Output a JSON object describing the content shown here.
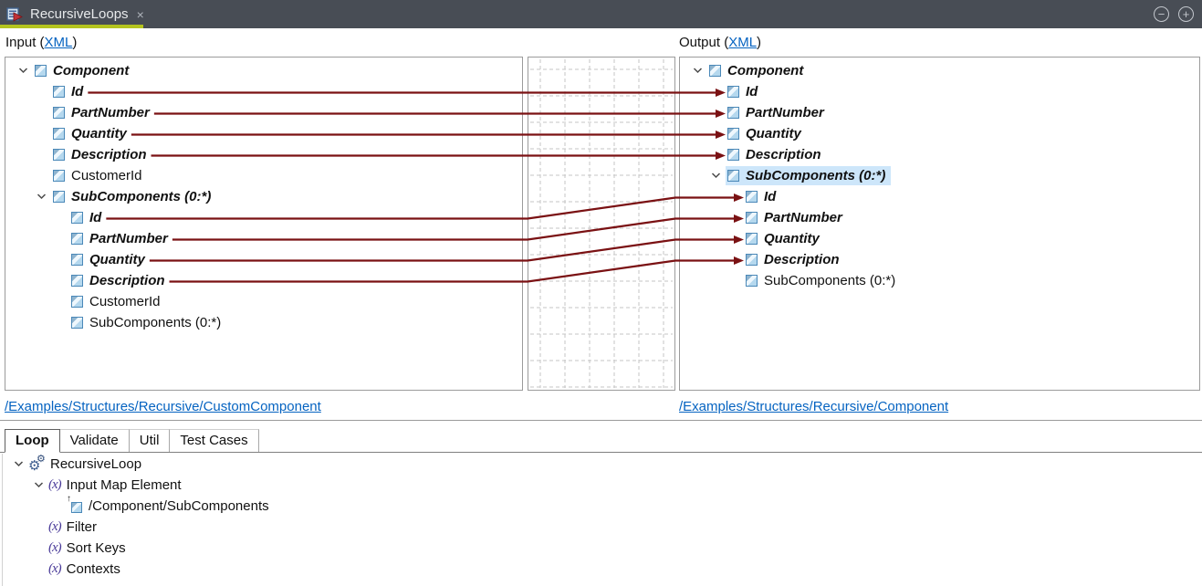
{
  "window": {
    "tab_title": "RecursiveLoops",
    "close_glyph": "×",
    "minimize_glyph": "−",
    "maximize_glyph": "+"
  },
  "mapper": {
    "input_header": {
      "prefix": "Input (",
      "link": "XML",
      "suffix": ")"
    },
    "output_header": {
      "prefix": "Output (",
      "link": "XML",
      "suffix": ")"
    },
    "left_tree": {
      "path_link": "/Examples/Structures/Recursive/CustomComponent",
      "rows": [
        {
          "label": "Component",
          "level": 1,
          "expanded": true,
          "mapped": true
        },
        {
          "label": "Id",
          "level": 2,
          "mapped": true
        },
        {
          "label": "PartNumber",
          "level": 2,
          "mapped": true
        },
        {
          "label": "Quantity",
          "level": 2,
          "mapped": true
        },
        {
          "label": "Description",
          "level": 2,
          "mapped": true
        },
        {
          "label": "CustomerId",
          "level": 2,
          "mapped": false
        },
        {
          "label": "SubComponents (0:*)",
          "level": 2,
          "expanded": true,
          "mapped": true
        },
        {
          "label": "Id",
          "level": 3,
          "mapped": true
        },
        {
          "label": "PartNumber",
          "level": 3,
          "mapped": true
        },
        {
          "label": "Quantity",
          "level": 3,
          "mapped": true
        },
        {
          "label": "Description",
          "level": 3,
          "mapped": true
        },
        {
          "label": "CustomerId",
          "level": 3,
          "mapped": false
        },
        {
          "label": "SubComponents (0:*)",
          "level": 3,
          "mapped": false
        }
      ]
    },
    "right_tree": {
      "path_link": "/Examples/Structures/Recursive/Component",
      "rows": [
        {
          "label": "Component",
          "level": 1,
          "expanded": true,
          "mapped": true
        },
        {
          "label": "Id",
          "level": 2,
          "mapped": true
        },
        {
          "label": "PartNumber",
          "level": 2,
          "mapped": true
        },
        {
          "label": "Quantity",
          "level": 2,
          "mapped": true
        },
        {
          "label": "Description",
          "level": 2,
          "mapped": true
        },
        {
          "label": "SubComponents (0:*)",
          "level": 2,
          "expanded": true,
          "mapped": true,
          "selected": true
        },
        {
          "label": "Id",
          "level": 3,
          "mapped": true
        },
        {
          "label": "PartNumber",
          "level": 3,
          "mapped": true
        },
        {
          "label": "Quantity",
          "level": 3,
          "mapped": true
        },
        {
          "label": "Description",
          "level": 3,
          "mapped": true
        },
        {
          "label": "SubComponents (0:*)",
          "level": 3,
          "mapped": false
        }
      ]
    },
    "mappings": [
      {
        "from": 1,
        "to": 1
      },
      {
        "from": 2,
        "to": 2
      },
      {
        "from": 3,
        "to": 3
      },
      {
        "from": 4,
        "to": 4
      },
      {
        "from": 7,
        "to": 6
      },
      {
        "from": 8,
        "to": 7
      },
      {
        "from": 9,
        "to": 8
      },
      {
        "from": 10,
        "to": 9
      }
    ]
  },
  "bottom": {
    "tabs": [
      {
        "label": "Loop",
        "active": true
      },
      {
        "label": "Validate",
        "active": false
      },
      {
        "label": "Util",
        "active": false
      },
      {
        "label": "Test Cases",
        "active": false
      }
    ],
    "tree": {
      "rows": [
        {
          "label": "RecursiveLoop",
          "icon": "gears",
          "level": 0,
          "expanded": true
        },
        {
          "label": "Input Map Element",
          "icon": "fx",
          "level": 1,
          "expanded": true
        },
        {
          "label": "/Component/SubComponents",
          "icon": "mapped-element",
          "level": 2
        },
        {
          "label": "Filter",
          "icon": "fx",
          "level": 1
        },
        {
          "label": "Sort Keys",
          "icon": "fx",
          "level": 1
        },
        {
          "label": "Contexts",
          "icon": "fx",
          "level": 1
        }
      ]
    }
  },
  "icons": {
    "function_glyph": "(x)",
    "gear_glyph": "⚙",
    "mapped_arrow_glyph": "↑"
  },
  "colors": {
    "map_line": "#7a1113",
    "tab_underline": "#b4c41e",
    "selection": "#cde6fa",
    "link": "#0563c1",
    "grid": "#c6c6c6"
  }
}
